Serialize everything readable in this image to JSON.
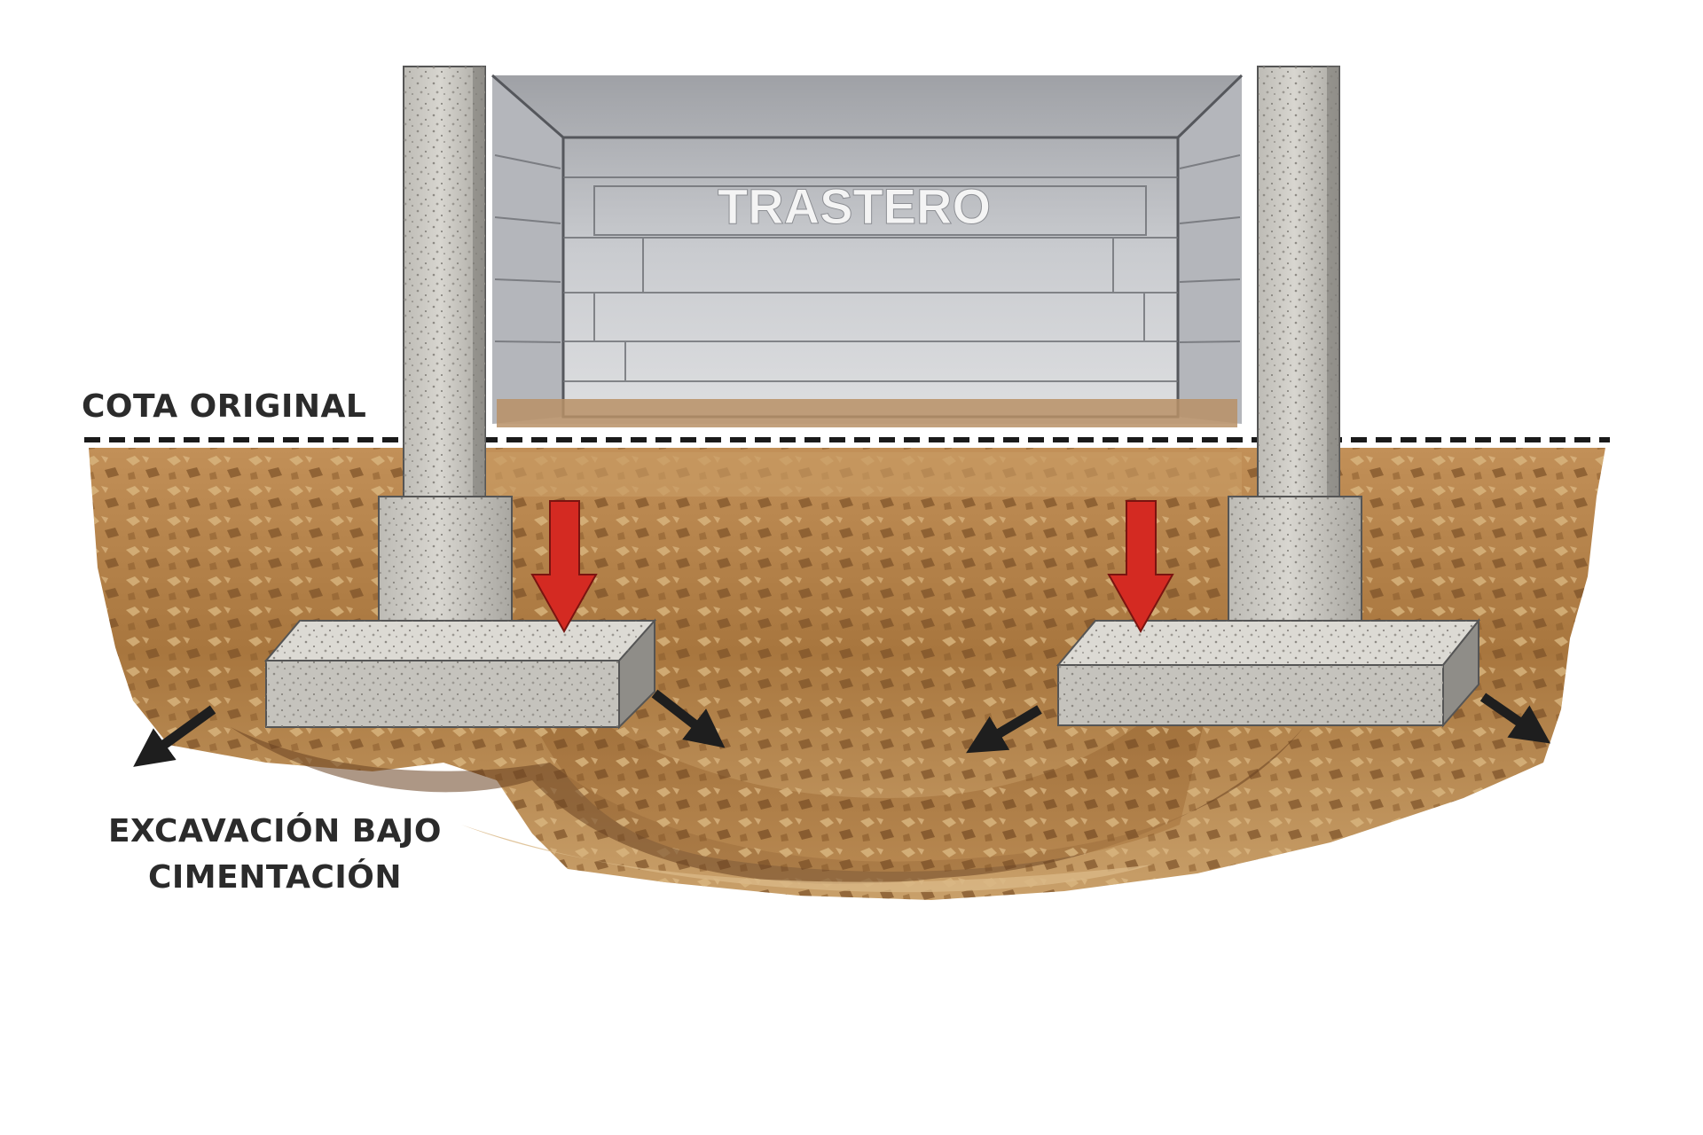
{
  "labels": {
    "room": "TRASTERO",
    "original_grade": "COTA ORIGINAL",
    "excavation_line1": "EXCAVACIÓN BAJO",
    "excavation_line2": "CIMENTACIÓN"
  },
  "colors": {
    "background": "#ffffff",
    "concrete": "#cfcdc7",
    "concrete_dark": "#9a9893",
    "soil": "#b8874f",
    "soil_dark": "#7a5027",
    "soil_light": "#d8b07a",
    "room_wall": "#c3c5ca",
    "load_arrow": "#d42a22",
    "soil_arrow": "#1e1e1e",
    "grade_line": "#1a1a1a",
    "label_text": "#2b2b2b"
  },
  "icons": {
    "load": "red-down-arrow-icon",
    "soil_displacement": "black-diagonal-arrow-icon"
  }
}
